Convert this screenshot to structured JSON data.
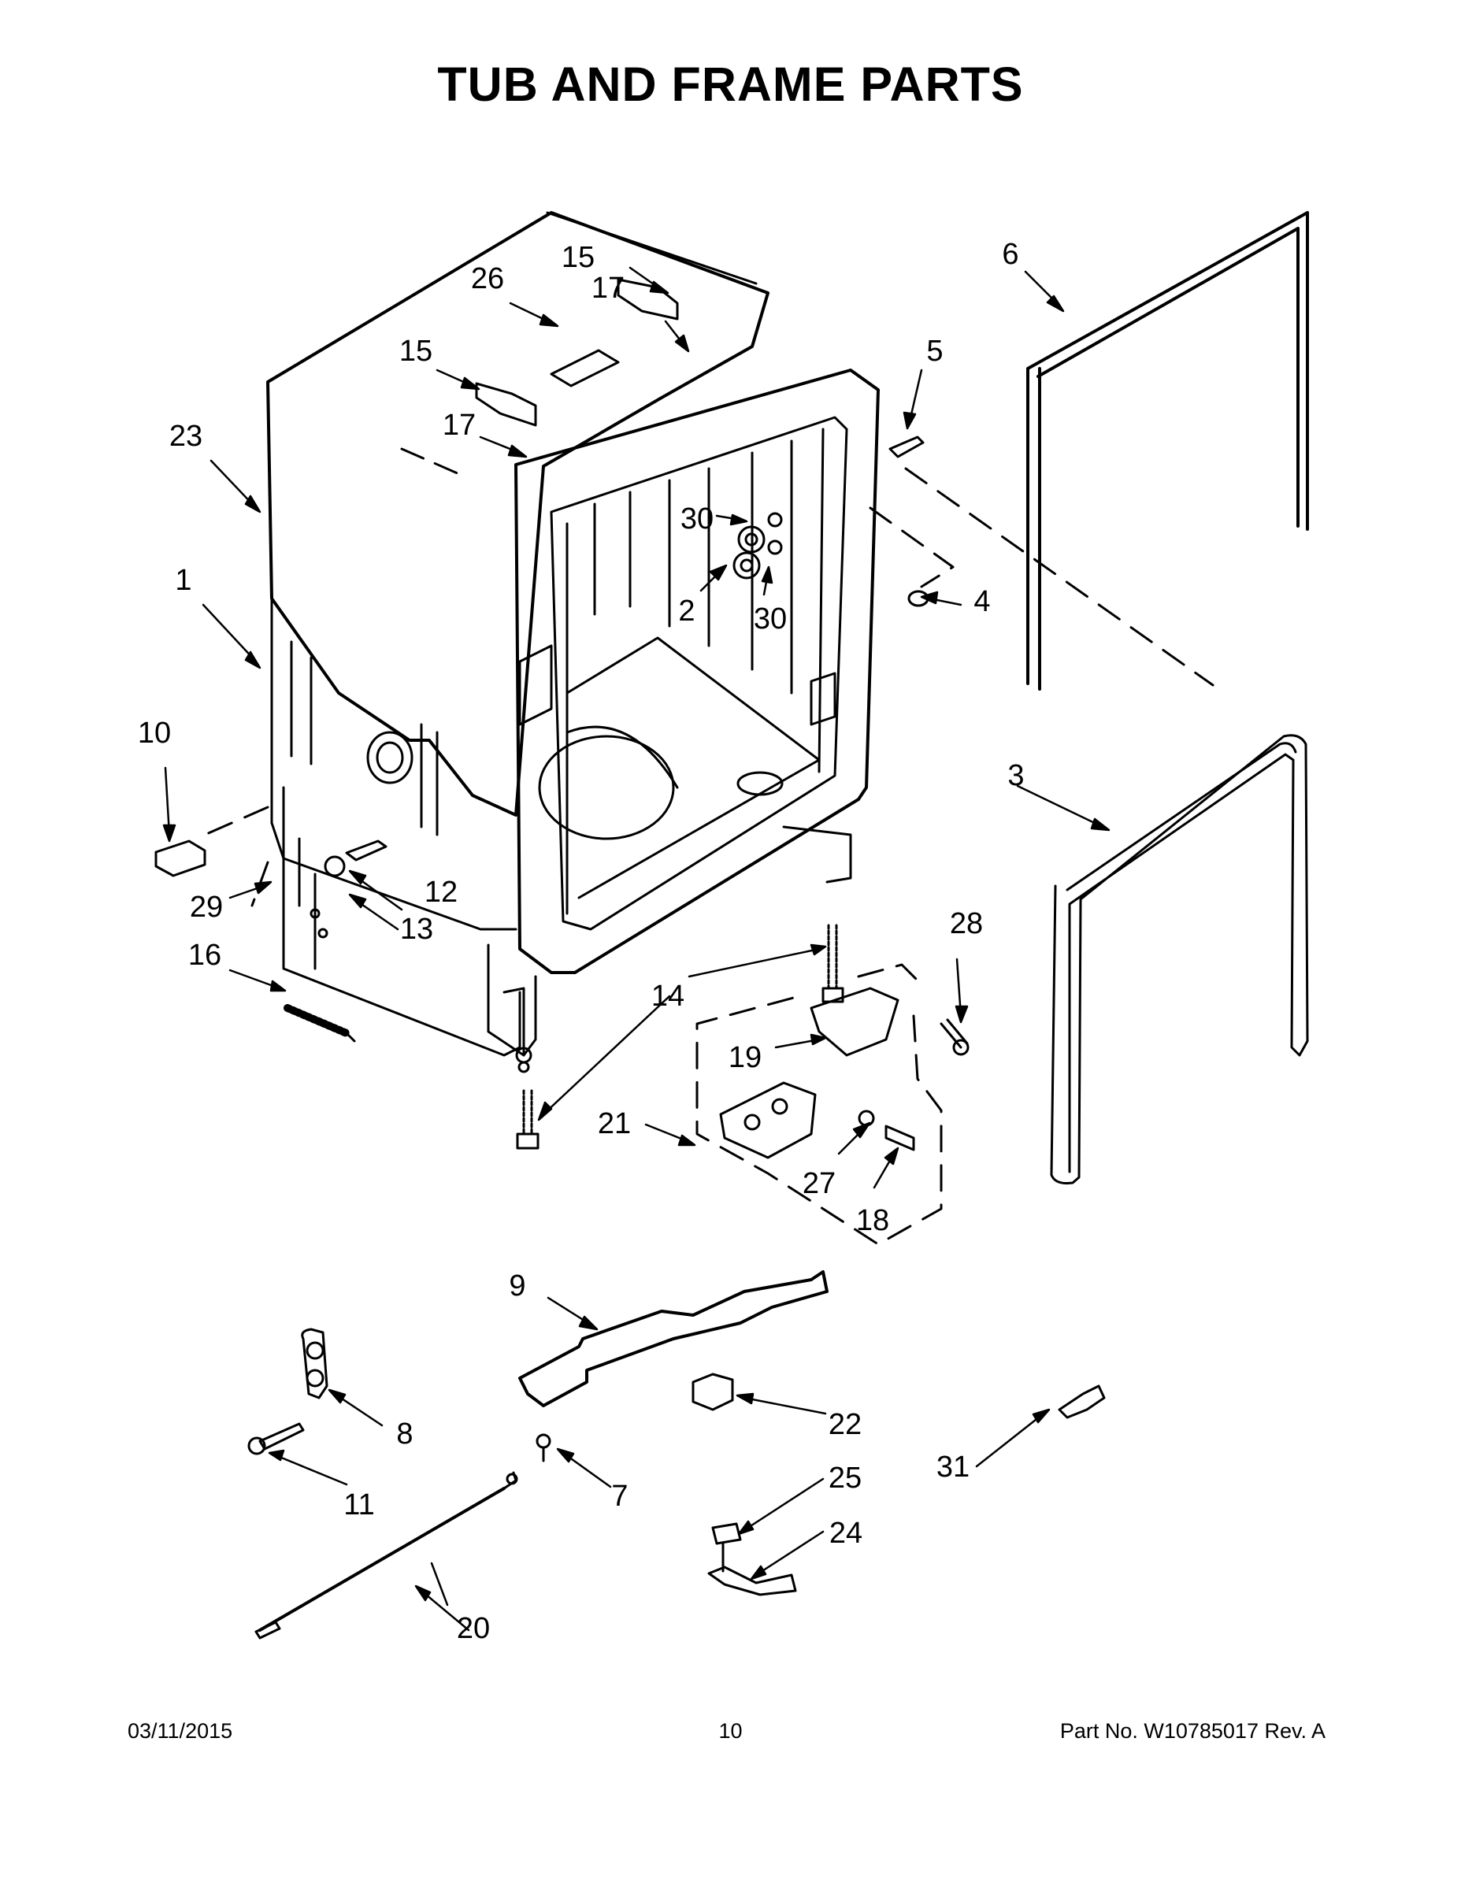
{
  "title": "TUB AND FRAME PARTS",
  "callouts": {
    "c1": "1",
    "c2": "2",
    "c3": "3",
    "c4": "4",
    "c5": "5",
    "c6": "6",
    "c7": "7",
    "c8": "8",
    "c9": "9",
    "c10": "10",
    "c11": "11",
    "c12": "12",
    "c13": "13",
    "c14": "14",
    "c15a": "15",
    "c15b": "15",
    "c16": "16",
    "c17a": "17",
    "c17b": "17",
    "c18": "18",
    "c19": "19",
    "c20": "20",
    "c21": "21",
    "c22": "22",
    "c23": "23",
    "c24": "24",
    "c25": "25",
    "c26": "26",
    "c27": "27",
    "c28": "28",
    "c29": "29",
    "c30a": "30",
    "c30b": "30",
    "c31": "31"
  },
  "footer": {
    "date": "03/11/2015",
    "page": "10",
    "part": "Part No.  W10785017  Rev.  A"
  }
}
